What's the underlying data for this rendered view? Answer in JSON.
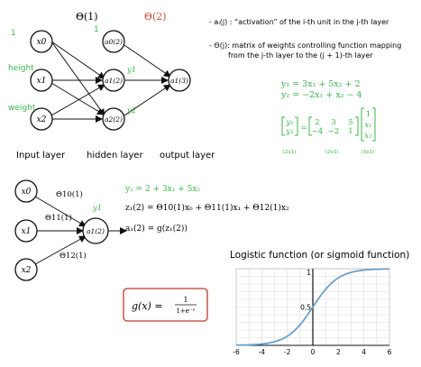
{
  "colors": {
    "accent_green": "#39b54a",
    "accent_red": "#d24b3a",
    "curve_blue": "#6b9fc9",
    "box_red": "#c0392b"
  },
  "network_top": {
    "theta1_label": "Θ(1)",
    "theta2_label": "Θ(2)",
    "bias_marker_input": "1",
    "bias_marker_hidden": "1",
    "input_labels": [
      "height",
      "weight"
    ],
    "nodes_input": [
      "x0",
      "x1",
      "x2"
    ],
    "nodes_hidden": [
      "a0(2)",
      "a1(2)",
      "a2(2)"
    ],
    "node_output": "a1(3)",
    "hidden_output_labels": [
      "y1",
      "y2"
    ],
    "layer_captions": [
      "Input layer",
      "hidden layer",
      "output layer"
    ]
  },
  "notes": {
    "bullet1": "- aᵢ(j) : “activation” of the i-th unit in the j-th layer",
    "bullet2_line1": "- Θ(j): matrix of weights controlling function mapping",
    "bullet2_line2": "from the j-th layer to the (j + 1)-th layer"
  },
  "equations_top": {
    "eq1": "y₁ = 3x₁ + 5x₂ + 2",
    "eq2": "y₂ = −2x₁ + x₂ − 4",
    "matrix_lhs": [
      "y₁",
      "y₂"
    ],
    "matrix_rows": [
      [
        "2",
        "3",
        "5"
      ],
      [
        "−4",
        "−2",
        "1"
      ]
    ],
    "vector_rhs": [
      "1",
      "x₁",
      "x₂"
    ],
    "dims": [
      "(2x1)",
      "(2x3)",
      "(3x1)"
    ]
  },
  "network_bottom": {
    "nodes_input": [
      "x0",
      "x1",
      "x2"
    ],
    "node_hidden": "a1(2)",
    "weight_labels": [
      "Θ10(1)",
      "Θ11(1)",
      "Θ12(1)"
    ],
    "output_label": "y1"
  },
  "equations_bottom": {
    "eq1": "y₁ = 2 + 3x₁ + 5x₂",
    "eq2": "z₁(2) = Θ10(1)x₀ + Θ11(1)x₁ + Θ12(1)x₂",
    "eq3": "a₁(2) = g(z₁(2))"
  },
  "sigmoid_box": {
    "lhs": "g(x) =",
    "numerator": "1",
    "denominator": "1+e⁻ˣ"
  },
  "chart_data": {
    "type": "line",
    "title": "Logistic function (or sigmoid function)",
    "xlim": [
      -6,
      6
    ],
    "ylim": [
      0,
      1
    ],
    "x_ticks": [
      -6,
      -4,
      -2,
      0,
      2,
      4,
      6
    ],
    "y_tick_labels": [
      "1",
      "0.5"
    ],
    "y_ticks": [
      1,
      0.5
    ],
    "grid": true,
    "series": [
      {
        "function": "1/(1+e^-x)",
        "x": [
          -6,
          -5,
          -4,
          -3,
          -2,
          -1,
          0,
          1,
          2,
          3,
          4,
          5,
          6
        ],
        "values": [
          0.0025,
          0.0067,
          0.018,
          0.047,
          0.119,
          0.269,
          0.5,
          0.731,
          0.881,
          0.953,
          0.982,
          0.993,
          0.9975
        ]
      }
    ]
  }
}
